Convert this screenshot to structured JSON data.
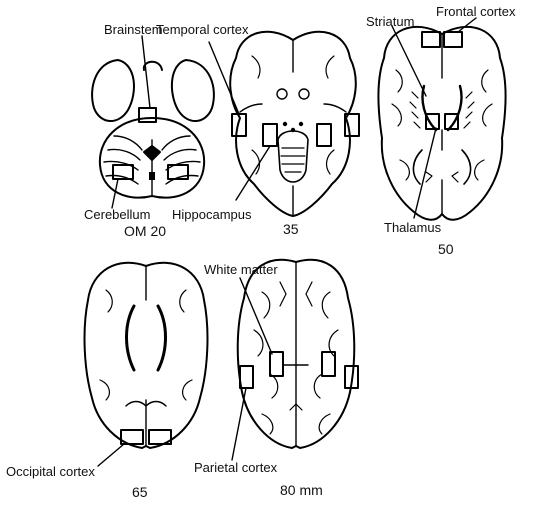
{
  "structures": {
    "brainstem": "Brainstem",
    "temporal_cortex": "Temporal cortex",
    "striatum": "Striatum",
    "frontal_cortex": "Frontal cortex",
    "cerebellum": "Cerebellum",
    "hippocampus": "Hippocampus",
    "thalamus": "Thalamus",
    "white_matter": "White matter",
    "occipital_cortex": "Occipital cortex",
    "parietal_cortex": "Parietal cortex"
  },
  "slices": [
    {
      "label": "OM 20"
    },
    {
      "label": "35"
    },
    {
      "label": "50"
    },
    {
      "label": "65"
    },
    {
      "label": "80 mm"
    }
  ],
  "colors": {
    "ink": "#000000",
    "paper": "#ffffff"
  }
}
